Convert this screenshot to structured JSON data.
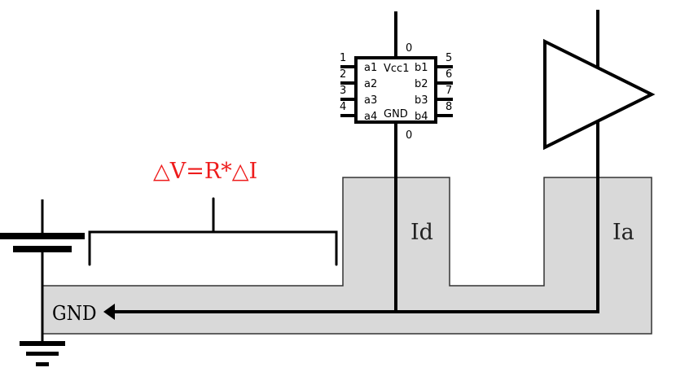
{
  "diagram": {
    "title": "Ground current return path diagram",
    "formula": "△V=R*△I",
    "colors": {
      "formula": "#ee1c1c",
      "ground_plane_fill": "#d9d9d9",
      "ground_plane_stroke": "#333333",
      "wire": "#000000"
    },
    "ground_label": "GND",
    "current_labels": {
      "digital": "Id",
      "analog": "Ia"
    },
    "chip": {
      "top_pin": "0",
      "bottom_pin": "0",
      "power_label": "Vcc1",
      "ground_label": "GND",
      "left_pins": [
        {
          "number": "1",
          "name": "a1"
        },
        {
          "number": "2",
          "name": "a2"
        },
        {
          "number": "3",
          "name": "a3"
        },
        {
          "number": "4",
          "name": "a4"
        }
      ],
      "right_pins": [
        {
          "number": "5",
          "name": "b1"
        },
        {
          "number": "6",
          "name": "b2"
        },
        {
          "number": "7",
          "name": "b3"
        },
        {
          "number": "8",
          "name": "b4"
        }
      ]
    },
    "components": {
      "battery": "battery-icon",
      "ground": "ground-icon",
      "amplifier": "amplifier-triangle-icon",
      "arrow": "left-arrow-icon"
    }
  }
}
